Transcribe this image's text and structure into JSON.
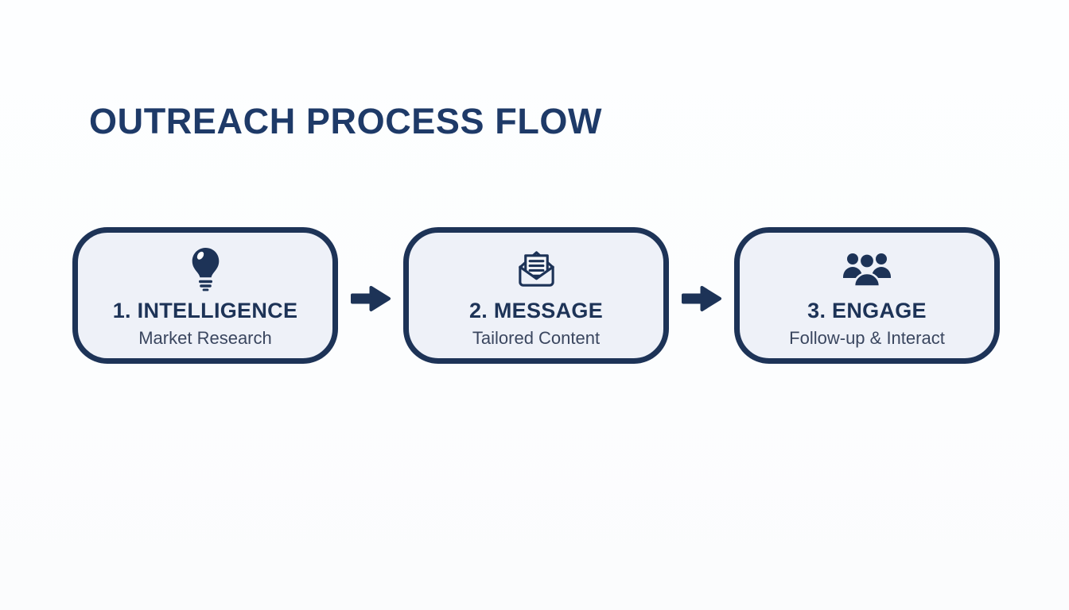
{
  "page": {
    "title": "OUTREACH PROCESS FLOW"
  },
  "colors": {
    "navy": "#1d3357",
    "title": "#1e3a68",
    "box_fill": "#eef1f8",
    "subtitle": "#3a465f",
    "background": "#fdfdfe"
  },
  "steps": [
    {
      "icon": "lightbulb-icon",
      "heading": "1. INTELLIGENCE",
      "subheading": "Market Research"
    },
    {
      "icon": "envelope-icon",
      "heading": "2. MESSAGE",
      "subheading": "Tailored Content"
    },
    {
      "icon": "people-icon",
      "heading": "3. ENGAGE",
      "subheading": "Follow-up & Interact"
    }
  ],
  "connectors": [
    {
      "icon": "arrow-right-icon"
    },
    {
      "icon": "arrow-right-icon"
    }
  ]
}
